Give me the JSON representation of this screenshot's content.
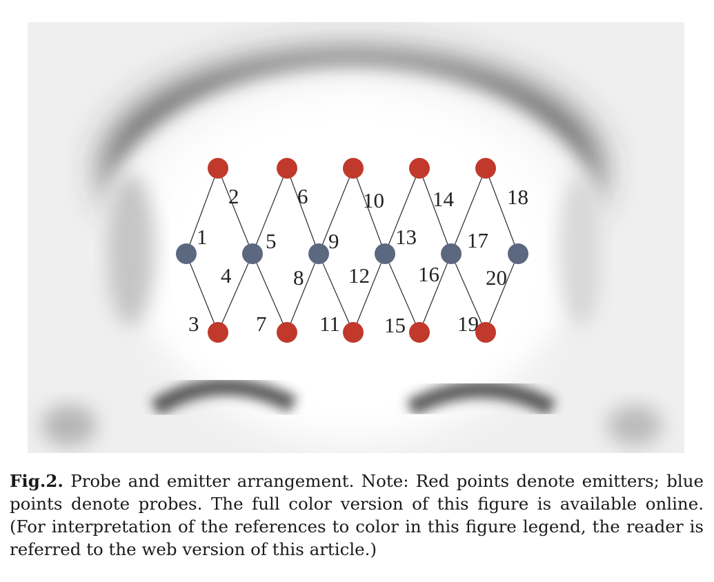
{
  "colors": {
    "emitter": "#c0392b",
    "probe": "#5c6780",
    "line": "#2a2a2a",
    "background": "#ececec"
  },
  "figure": {
    "emitter_rows": {
      "top": [
        1,
        2,
        3,
        4,
        5
      ],
      "bottom": [
        1,
        2,
        3,
        4,
        5
      ]
    },
    "probe_count": 6,
    "channel_labels": [
      "1",
      "2",
      "3",
      "4",
      "5",
      "6",
      "7",
      "8",
      "9",
      "10",
      "11",
      "12",
      "13",
      "14",
      "15",
      "16",
      "17",
      "18",
      "19",
      "20"
    ]
  },
  "caption": {
    "label": "Fig.2.",
    "text": " Probe and emitter arrangement. Note: Red points denote emitters; blue points denote probes. The full color version of this figure is available online. (For interpretation of the references to color in this figure legend, the reader is referred to the web version of this article.)"
  }
}
